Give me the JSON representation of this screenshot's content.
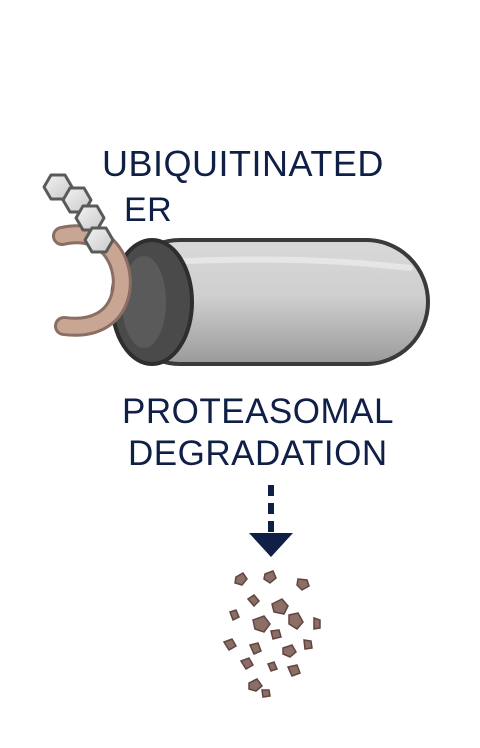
{
  "labels": {
    "ubiquitinated_line1": "UBIQUITINATED",
    "ubiquitinated_line2": "ER",
    "proteasomal_line1": "PROTEASOMAL",
    "proteasomal_line2": "DEGRADATION"
  },
  "colors": {
    "text": "#0f1f45",
    "arrow": "#0f1f45",
    "proteasome_body": "#c9c9c9",
    "proteasome_outline": "#3a3a3a",
    "proteasome_opening": "#4a4a4a",
    "ubiquitin": "#e6e6e6",
    "receptor": "#c9a594",
    "fragments": "#8d6e66"
  },
  "icons": {
    "proteasome": "proteasome-cylinder-icon",
    "ubiquitin_chain": "ubiquitin-chain-icon",
    "receptor": "er-receptor-icon",
    "arrow": "dashed-down-arrow-icon",
    "fragments": "peptide-fragments-icon"
  }
}
